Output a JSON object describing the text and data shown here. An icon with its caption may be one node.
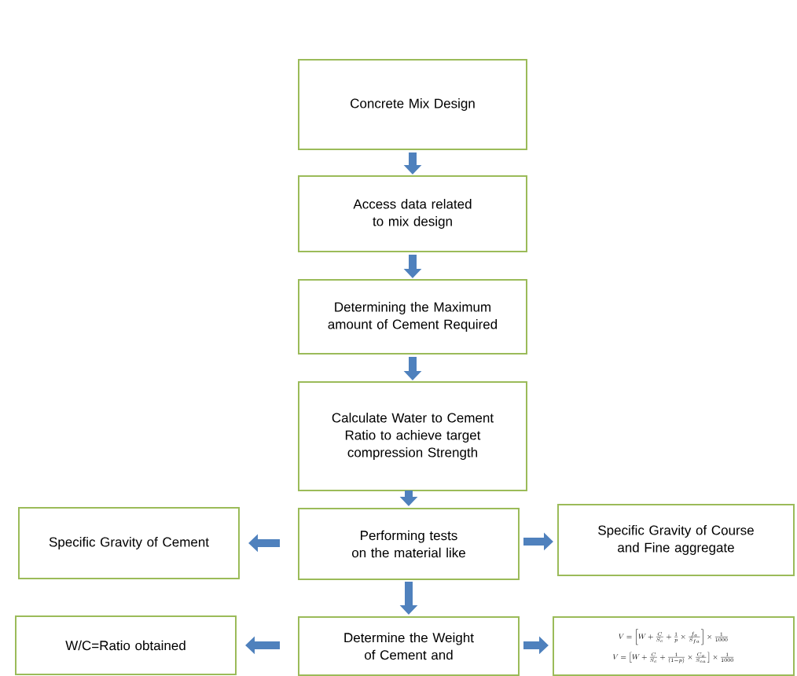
{
  "diagram": {
    "nodes": [
      {
        "text": [
          "Concrete Mix Design"
        ]
      },
      {
        "text": [
          "Access data related to mix design"
        ]
      },
      {
        "text": [
          "Determining the Maximum amount of Cement Required"
        ]
      },
      {
        "text": [
          "Calculate Water to Cement Ratio to achieve target compression Strength"
        ]
      },
      {
        "text": [
          "Performing tests on the material like"
        ]
      },
      {
        "text": [
          "Specific Gravity of Cement"
        ]
      },
      {
        "text": [
          "Specific Gravity of Course and Fine aggregate"
        ]
      },
      {
        "text": [
          "Determine the Weight of Cement and"
        ]
      },
      {
        "text": [
          "W/C=Ratio obtained"
        ]
      },
      {
        "text": [
          "V=\\left[W+\\frac{C}{S_c}+\\frac{1}{p}\\times\\frac{f_a}{S_{fa}}\\right]\\times\\frac{1}{1000}",
          "V=\\left[W+\\frac{C}{S_c}+\\frac{1}{(1-p)}\\times\\frac{C_a}{S_{ca}}\\right]\\times\\frac{1}{1000}"
        ]
      }
    ],
    "edges": [
      {
        "from": 0,
        "to": 1,
        "arrow": "to"
      },
      {
        "from": 1,
        "to": 2,
        "arrow": "to"
      },
      {
        "from": 2,
        "to": 3,
        "arrow": "to"
      },
      {
        "from": 3,
        "to": 4,
        "arrow": "to"
      },
      {
        "from": 4,
        "to": 5,
        "arrow": "to"
      },
      {
        "from": 4,
        "to": 6,
        "arrow": "to"
      },
      {
        "from": 4,
        "to": 7,
        "arrow": "to"
      },
      {
        "from": 7,
        "to": 8,
        "arrow": "to"
      },
      {
        "from": 7,
        "to": 9,
        "arrow": "to"
      }
    ]
  }
}
